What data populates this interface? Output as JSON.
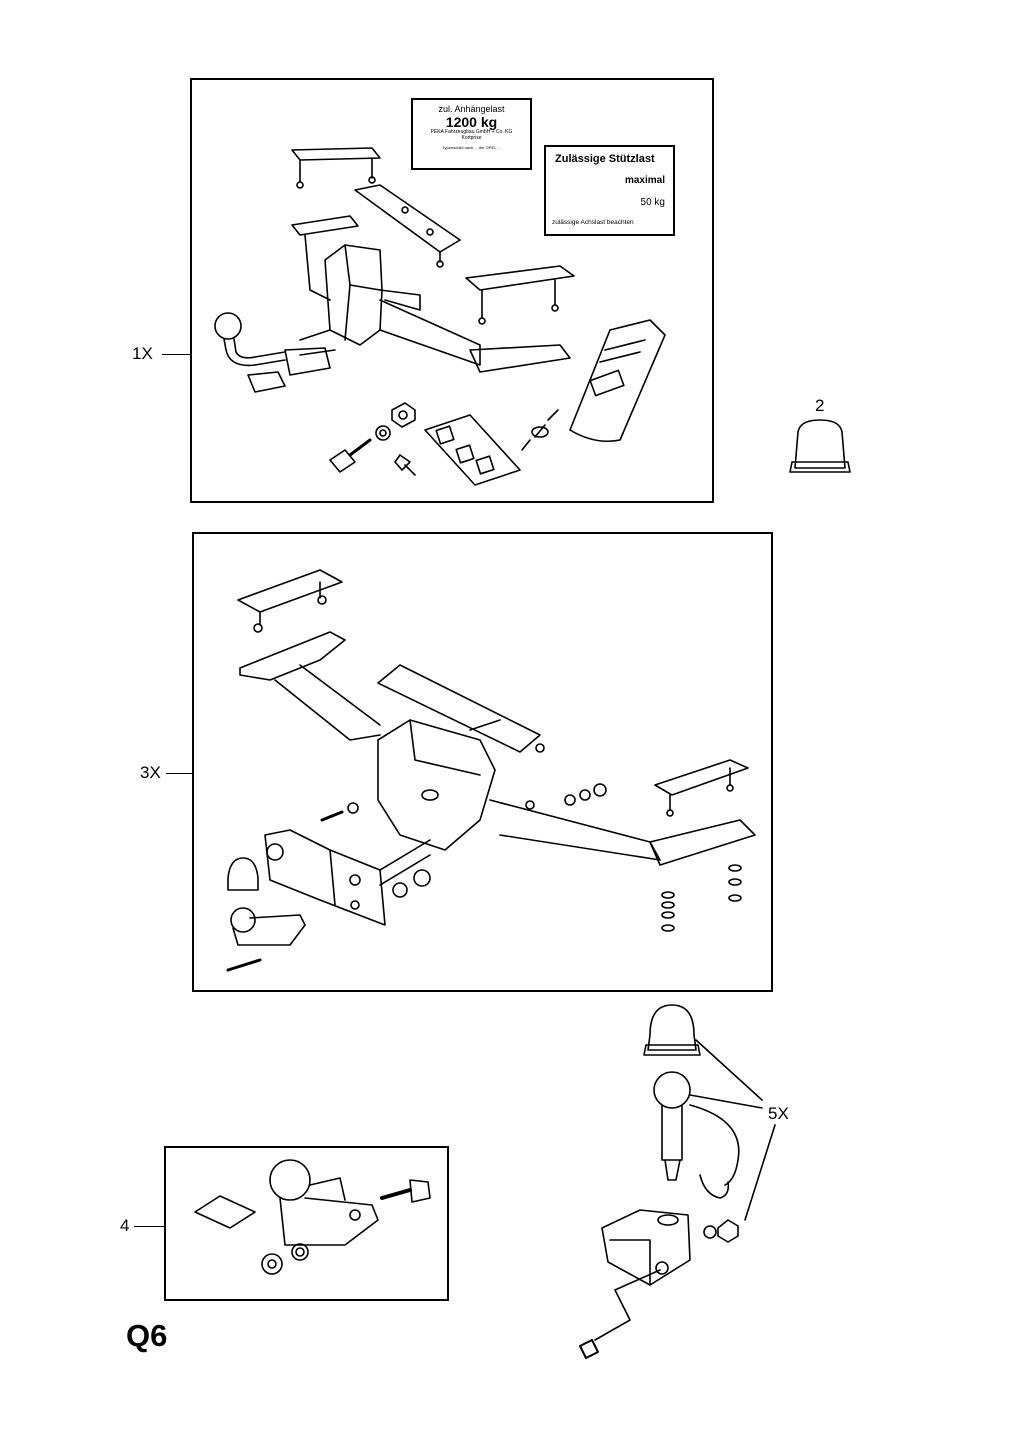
{
  "page_code": "Q6",
  "callouts": {
    "c1": "1X",
    "c2": "2",
    "c3": "3X",
    "c4": "4",
    "c5": "5X"
  },
  "plate_anhaengelast": {
    "line1": "zul. Anhängelast",
    "line2": "1200 kg",
    "line3": "PEKA Fahrzeugbau GmbH + Co. KG",
    "line4": "Kortprise",
    "line5": "Typenschild nach ... der OPEL ..."
  },
  "plate_stuetzlast": {
    "line1": "Zulässige Stützlast",
    "line2": "maximal",
    "line3": "50 kg",
    "line4": "zulässige Achslast beachten"
  }
}
